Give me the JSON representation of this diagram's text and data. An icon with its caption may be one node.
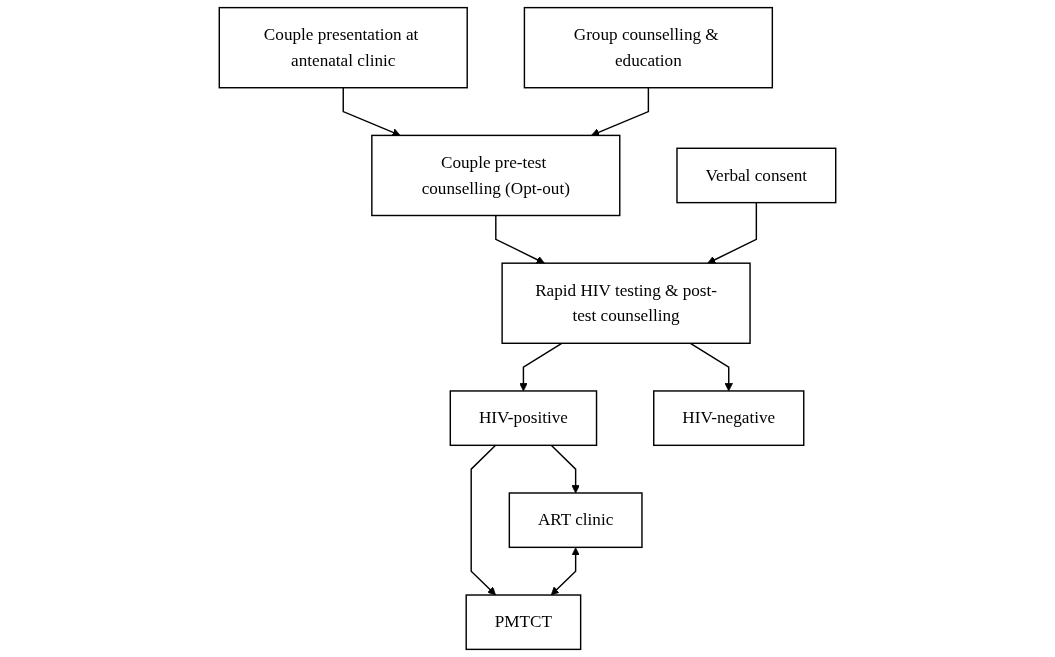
{
  "diagram": {
    "nodes": [
      {
        "text": [
          "Couple presentation at antenatal clinic"
        ]
      },
      {
        "text": [
          "Group counselling & education"
        ]
      },
      {
        "text": [
          "Couple pre-test counselling (Opt-out)"
        ]
      },
      {
        "text": [
          "Verbal consent"
        ]
      },
      {
        "text": [
          "Rapid HIV testing & post-test counselling"
        ]
      },
      {
        "text": [
          "HIV-positive"
        ]
      },
      {
        "text": [
          "HIV-negative"
        ]
      },
      {
        "text": [
          "ART clinic"
        ]
      },
      {
        "text": [
          "PMTCT"
        ]
      }
    ],
    "edges": [
      {
        "from": 0,
        "to": 2,
        "arrow": "to"
      },
      {
        "from": 1,
        "to": 2,
        "arrow": "to"
      },
      {
        "from": 2,
        "to": 4,
        "arrow": "to"
      },
      {
        "from": 3,
        "to": 4,
        "arrow": "to"
      },
      {
        "from": 4,
        "to": 5,
        "arrow": "to"
      },
      {
        "from": 4,
        "to": 6,
        "arrow": "to"
      },
      {
        "from": 5,
        "to": 7,
        "arrow": "to"
      },
      {
        "from": 5,
        "to": 8,
        "arrow": "to"
      },
      {
        "from": 7,
        "to": 8,
        "arrow": "both"
      }
    ]
  }
}
